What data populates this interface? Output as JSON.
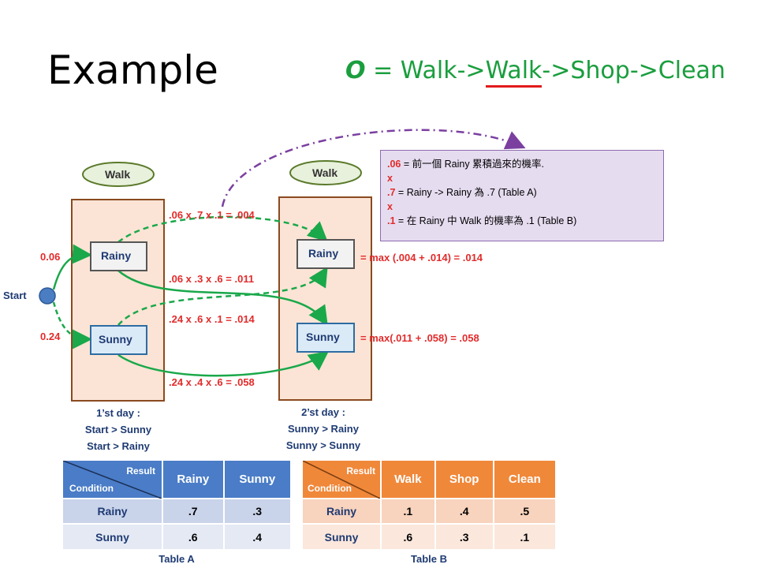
{
  "title": "Example",
  "observation": {
    "prefix": "O",
    "equals": "=",
    "before": "Walk->",
    "underlined": "Walk",
    "after": "->Shop->Clean"
  },
  "note": {
    "line1_value": ".06",
    "line1_text": "= 前一個 Rainy 累積過來的機率.",
    "times1": "x",
    "line2_value": ".7",
    "line2_text": "= Rainy -> Rainy 為 .7 (Table A)",
    "times2": "x",
    "line3_value": ".1",
    "line3_text": "= 在 Rainy 中 Walk 的機率為 .1 (Table B)"
  },
  "diagram": {
    "start_label": "Start",
    "obs_day1": "Walk",
    "obs_day2": "Walk",
    "state_rainy": "Rainy",
    "state_sunny": "Sunny",
    "prob_start_rainy": "0.06",
    "prob_start_sunny": "0.24",
    "path_rr": ".06 x .7 x .1 = .004",
    "path_rs": ".06 x .3 x .6 = .011",
    "path_sr": ".24 x .6 x .1 = .014",
    "path_ss": ".24 x .4 x .6 = .058",
    "max_rainy": "= max (.004 + .014) = .014",
    "max_sunny": "= max(.011 + .058) = .058",
    "day1_title": "1’st day :",
    "day1_line1": "Start > Sunny",
    "day1_line2": "Start > Rainy",
    "day2_title": "2’st day :",
    "day2_line1": "Sunny > Rainy",
    "day2_line2": "Sunny > Sunny"
  },
  "colors": {
    "green": "#1aa84a",
    "red": "#e22b2b",
    "purple": "#7b3fa0",
    "brown": "#8a4a1f",
    "box_fill": "#fbe4d5",
    "navy": "#1f3b73"
  },
  "table_a": {
    "caption": "Table A",
    "corner_result": "Result",
    "corner_condition": "Condition",
    "columns": [
      "Rainy",
      "Sunny"
    ],
    "rows": [
      {
        "label": "Rainy",
        "values": [
          ".7",
          ".3"
        ]
      },
      {
        "label": "Sunny",
        "values": [
          ".6",
          ".4"
        ]
      }
    ]
  },
  "table_b": {
    "caption": "Table B",
    "corner_result": "Result",
    "corner_condition": "Condition",
    "columns": [
      "Walk",
      "Shop",
      "Clean"
    ],
    "rows": [
      {
        "label": "Rainy",
        "values": [
          ".1",
          ".4",
          ".5"
        ]
      },
      {
        "label": "Sunny",
        "values": [
          ".6",
          ".3",
          ".1"
        ]
      }
    ]
  }
}
